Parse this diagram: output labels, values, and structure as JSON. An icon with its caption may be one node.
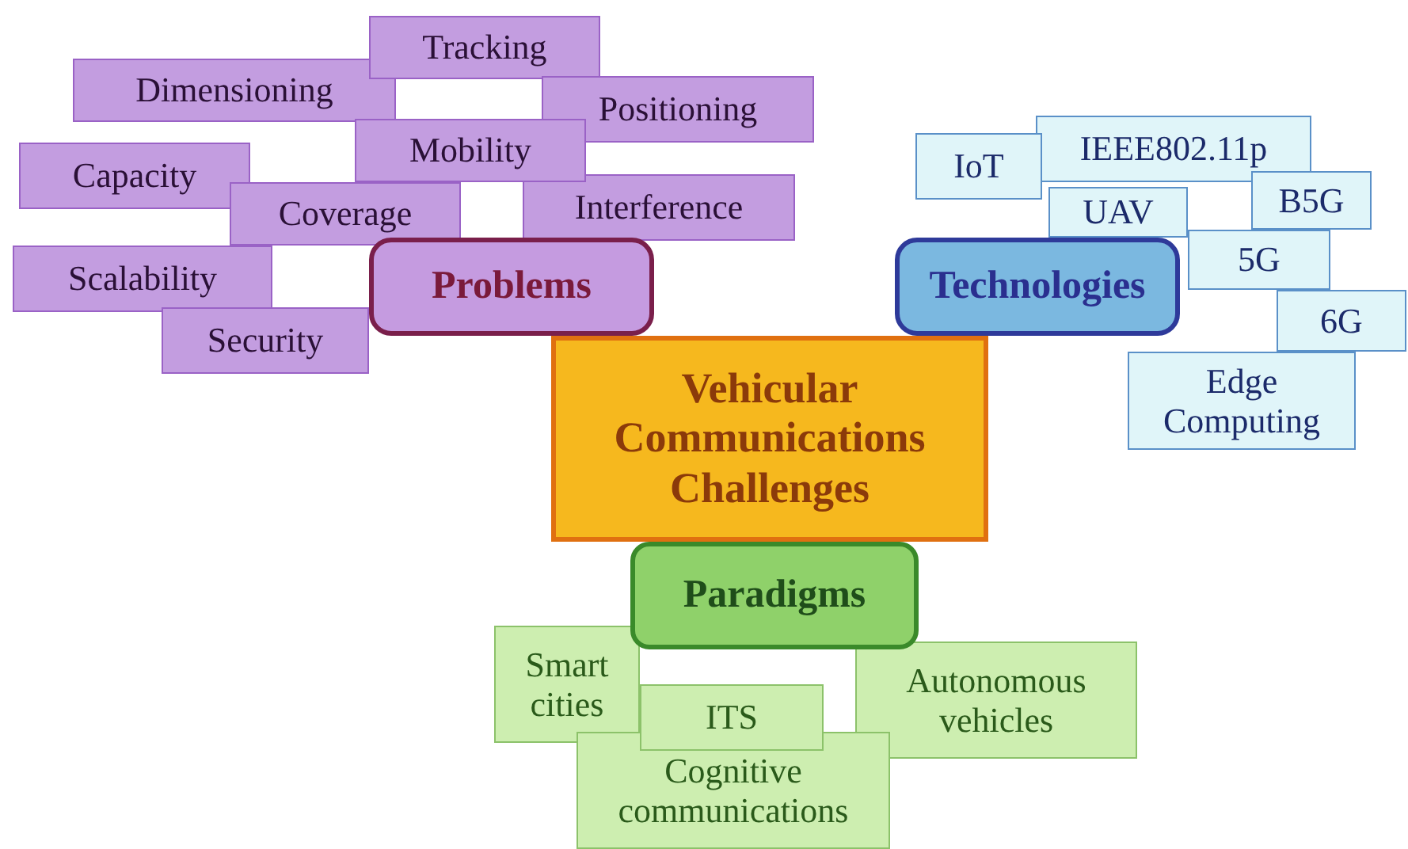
{
  "diagram": {
    "nodes": [
      {
        "text": [
          "Tracking"
        ]
      },
      {
        "text": [
          "Dimensioning"
        ]
      },
      {
        "text": [
          "Positioning"
        ]
      },
      {
        "text": [
          "Mobility"
        ]
      },
      {
        "text": [
          "Capacity"
        ]
      },
      {
        "text": [
          "Coverage"
        ]
      },
      {
        "text": [
          "Interference"
        ]
      },
      {
        "text": [
          "Scalability"
        ]
      },
      {
        "text": [
          "Problems"
        ]
      },
      {
        "text": [
          "Security"
        ]
      },
      {
        "text": [
          "IoT"
        ]
      },
      {
        "text": [
          "IEEE802.11p"
        ]
      },
      {
        "text": [
          "UAV"
        ]
      },
      {
        "text": [
          "B5G"
        ]
      },
      {
        "text": [
          "Technologies"
        ]
      },
      {
        "text": [
          "5G"
        ]
      },
      {
        "text": [
          "6G"
        ]
      },
      {
        "text": [
          "Edge Computing"
        ]
      },
      {
        "text": [
          "Vehicular Communications Challenges"
        ]
      },
      {
        "text": [
          "Paradigms"
        ]
      },
      {
        "text": [
          "Smart cities"
        ]
      },
      {
        "text": [
          "Autonomous vehicles"
        ]
      },
      {
        "text": [
          "ITS"
        ]
      },
      {
        "text": [
          "Cognitive communications"
        ]
      }
    ],
    "edges": []
  }
}
